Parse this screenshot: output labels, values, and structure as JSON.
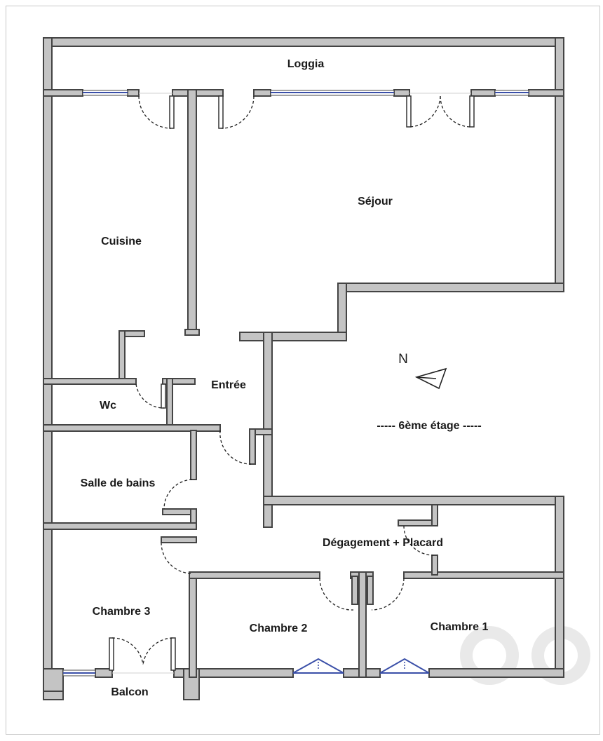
{
  "rooms": {
    "loggia": "Loggia",
    "sejour": "Séjour",
    "cuisine": "Cuisine",
    "entree": "Entrée",
    "wc": "Wc",
    "salle_de_bains": "Salle de bains",
    "degagement": "Dégagement + Placard",
    "chambre3": "Chambre 3",
    "chambre2": "Chambre 2",
    "chambre1": "Chambre 1",
    "balcon": "Balcon"
  },
  "compass": {
    "label": "N",
    "icon": "north-arrow-icon"
  },
  "floor_label": "----- 6ème étage -----",
  "colors": {
    "wall_fill": "#c4c4c4",
    "wall_stroke": "#444444",
    "window": "#3a4fa8"
  }
}
